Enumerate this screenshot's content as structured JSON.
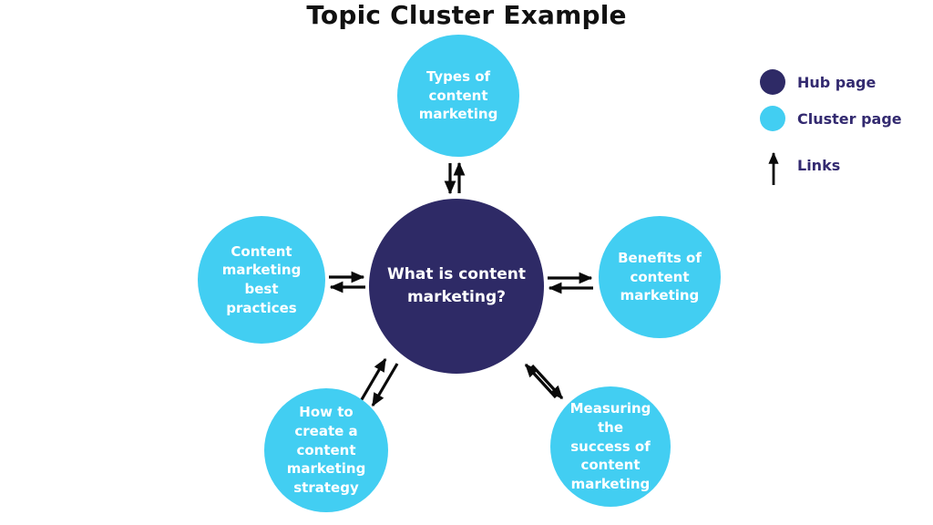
{
  "title": "Topic Cluster Example",
  "colors": {
    "background": "#ffffff",
    "title_text": "#111111",
    "hub": "#2e2a66",
    "cluster": "#42cef2",
    "node_text": "#ffffff",
    "legend_text": "#332a70",
    "arrow": "#0a0a0a"
  },
  "diagram": {
    "hub": {
      "label": "What is content\nmarketing?"
    },
    "clusters": [
      {
        "label": "Types of\ncontent\nmarketing"
      },
      {
        "label": "Content\nmarketing\nbest\npractices"
      },
      {
        "label": "Benefits of\ncontent\nmarketing"
      },
      {
        "label": "How to\ncreate a\ncontent\nmarketing\nstrategy"
      },
      {
        "label": "Measuring\nthe\nsuccess of\ncontent\nmarketing"
      }
    ]
  },
  "legend": {
    "items": [
      {
        "label": "Hub page",
        "swatch": "hub-circle",
        "swatch_color": "#2e2a66"
      },
      {
        "label": "Cluster page",
        "swatch": "cluster-circle",
        "swatch_color": "#42cef2"
      },
      {
        "label": "Links",
        "swatch": "up-arrow",
        "swatch_color": "#0a0a0a"
      }
    ]
  }
}
